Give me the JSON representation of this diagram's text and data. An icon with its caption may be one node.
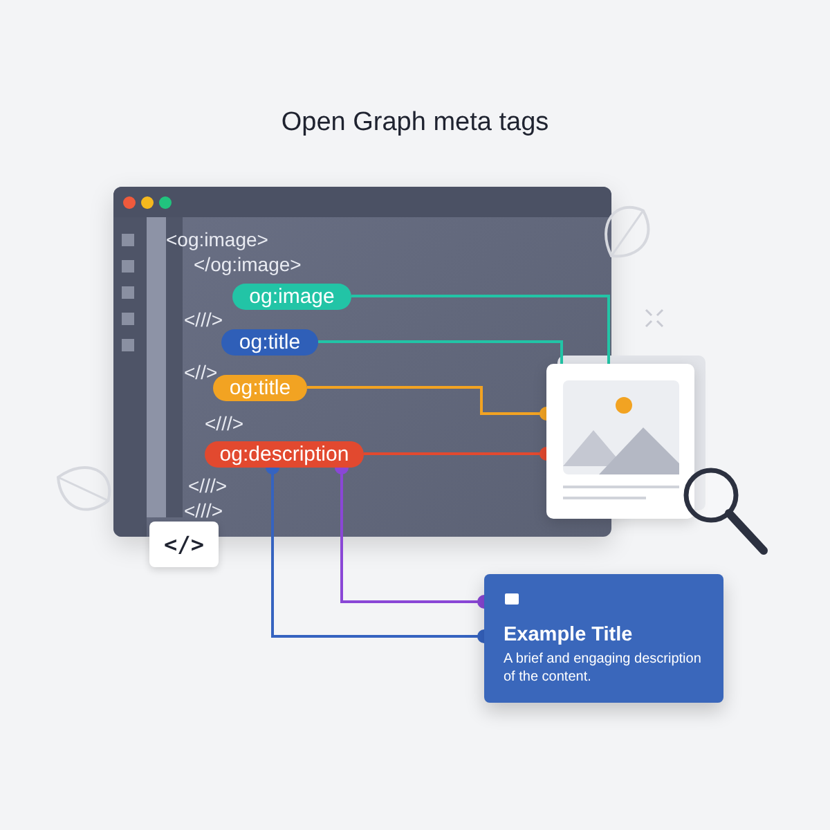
{
  "diagram": {
    "title": "Open Graph meta tags",
    "nodes": [
      {
        "text": [
          "<og:image>",
          "</og:image>",
          "<///>",
          "<//>",
          "<///>",
          "<///>",
          "<///>"
        ]
      },
      {
        "text": [
          "og:image"
        ],
        "in": 0
      },
      {
        "text": [
          "og:title"
        ],
        "in": 0
      },
      {
        "text": [
          "og:title"
        ],
        "in": 0
      },
      {
        "text": [
          "og:description"
        ],
        "in": 0
      },
      {
        "text": [],
        "shape": "picture"
      },
      {
        "text": [
          "Example Title",
          "A brief and engaging description of the content."
        ]
      },
      {
        "text": [
          "</>"
        ]
      }
    ],
    "edges": [
      {
        "from": 1,
        "to": 5,
        "arrow": "none",
        "color": "#22c4a6"
      },
      {
        "from": 2,
        "to": 5,
        "arrow": "none",
        "color": "#22c4a6"
      },
      {
        "from": 3,
        "to": 5,
        "arrow": "other",
        "color": "#f2a322"
      },
      {
        "from": 4,
        "to": 5,
        "arrow": "other",
        "color": "#e2492f"
      },
      {
        "from": 4,
        "to": 6,
        "arrow": "other",
        "color": "#3563c0"
      },
      {
        "from": 4,
        "to": 6,
        "arrow": "other",
        "color": "#8a47d6"
      }
    ]
  }
}
